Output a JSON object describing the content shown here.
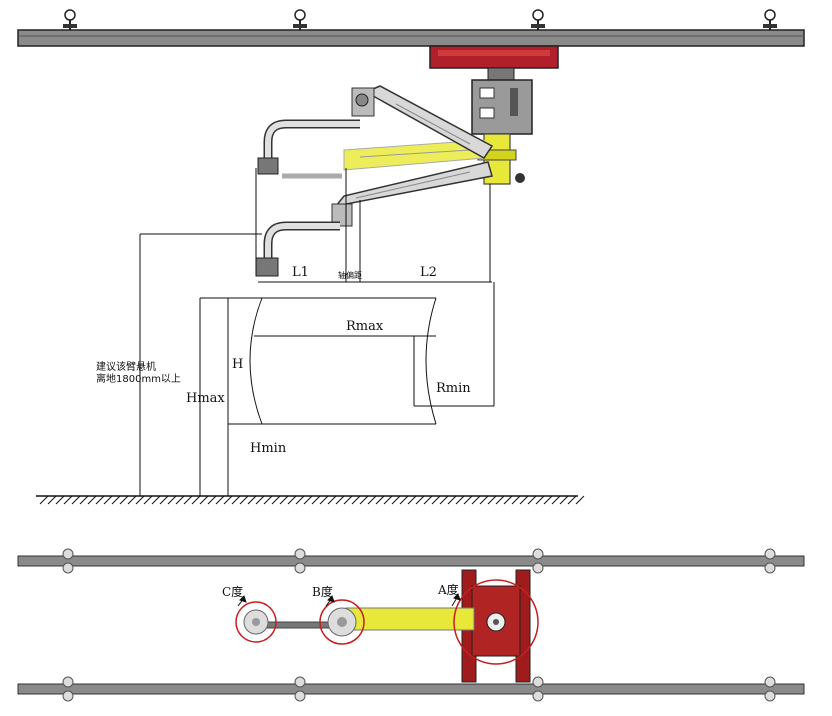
{
  "side_view": {
    "labels": {
      "l1": "L1",
      "l2": "L2",
      "mid_note": "轴偏距",
      "rmax": "Rmax",
      "rmin": "Rmin",
      "h": "H",
      "hmax": "Hmax",
      "hmin": "Hmin",
      "note_line1": "建议该臂悬机",
      "note_line2": "离地1800mm以上"
    }
  },
  "top_view": {
    "labels": {
      "c_angle": "C度",
      "b_angle": "B度",
      "a_angle": "A度"
    }
  },
  "colors": {
    "rail": "#777777",
    "carriage": "#b0202a",
    "arm_yellow": "#e8e83a",
    "frame_red": "#a01c1c",
    "line": "#111111"
  }
}
